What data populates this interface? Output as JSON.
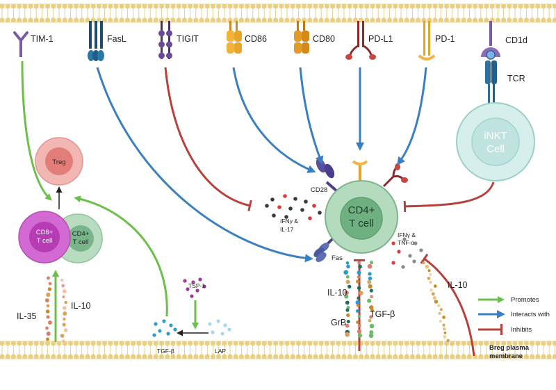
{
  "receptors": {
    "tim1": "TIM-1",
    "fasl": "FasL",
    "tigit": "TIGIT",
    "cd86": "CD86",
    "cd80": "CD80",
    "pdl1": "PD-L1",
    "pd1": "PD-1",
    "cd1d": "CD1d",
    "tcr": "TCR"
  },
  "cells": {
    "inkt_line1": "iNKT",
    "inkt_line2": "Cell",
    "cd4_line1": "CD4+",
    "cd4_line2": "T cell",
    "treg": "Treg",
    "cd8_line1": "CD8+",
    "cd8_line2": "T cell",
    "cd4b_line1": "CD4+",
    "cd4b_line2": "T cell"
  },
  "tcell_receptors": {
    "cd28": "CD28",
    "fas": "Fas"
  },
  "cytokines": {
    "ifn_il17_line1": "IFNγ &",
    "ifn_il17_line2": "IL-17",
    "ifn_tnf_line1": "IFNγ &",
    "ifn_tnf_line2": "TNF-α",
    "il10_right": "IL-10",
    "il10_center": "IL-10",
    "tgfb_center": "TGF-β",
    "grb": "GrB",
    "il35": "IL-35",
    "il10_left": "IL-10",
    "tsp1": "TSP-1",
    "tgfb_bottom": "TGF-β",
    "lap": "LAP"
  },
  "legend": {
    "promotes": "Promotes",
    "interacts": "Interacts with",
    "inhibits": "Inhibits",
    "membrane_line1": "Breg plasma",
    "membrane_line2": "membrane"
  },
  "colors": {
    "promotes": "#6cbf4a",
    "interacts": "#3a7fc1",
    "inhibits": "#b8403a",
    "membrane": "#e9cf7f",
    "cd4_cell": "#7ab78d",
    "inkt_cell": "#bfe3de",
    "treg_cell": "#e27d7a",
    "cd8_cell": "#c74bc7"
  }
}
